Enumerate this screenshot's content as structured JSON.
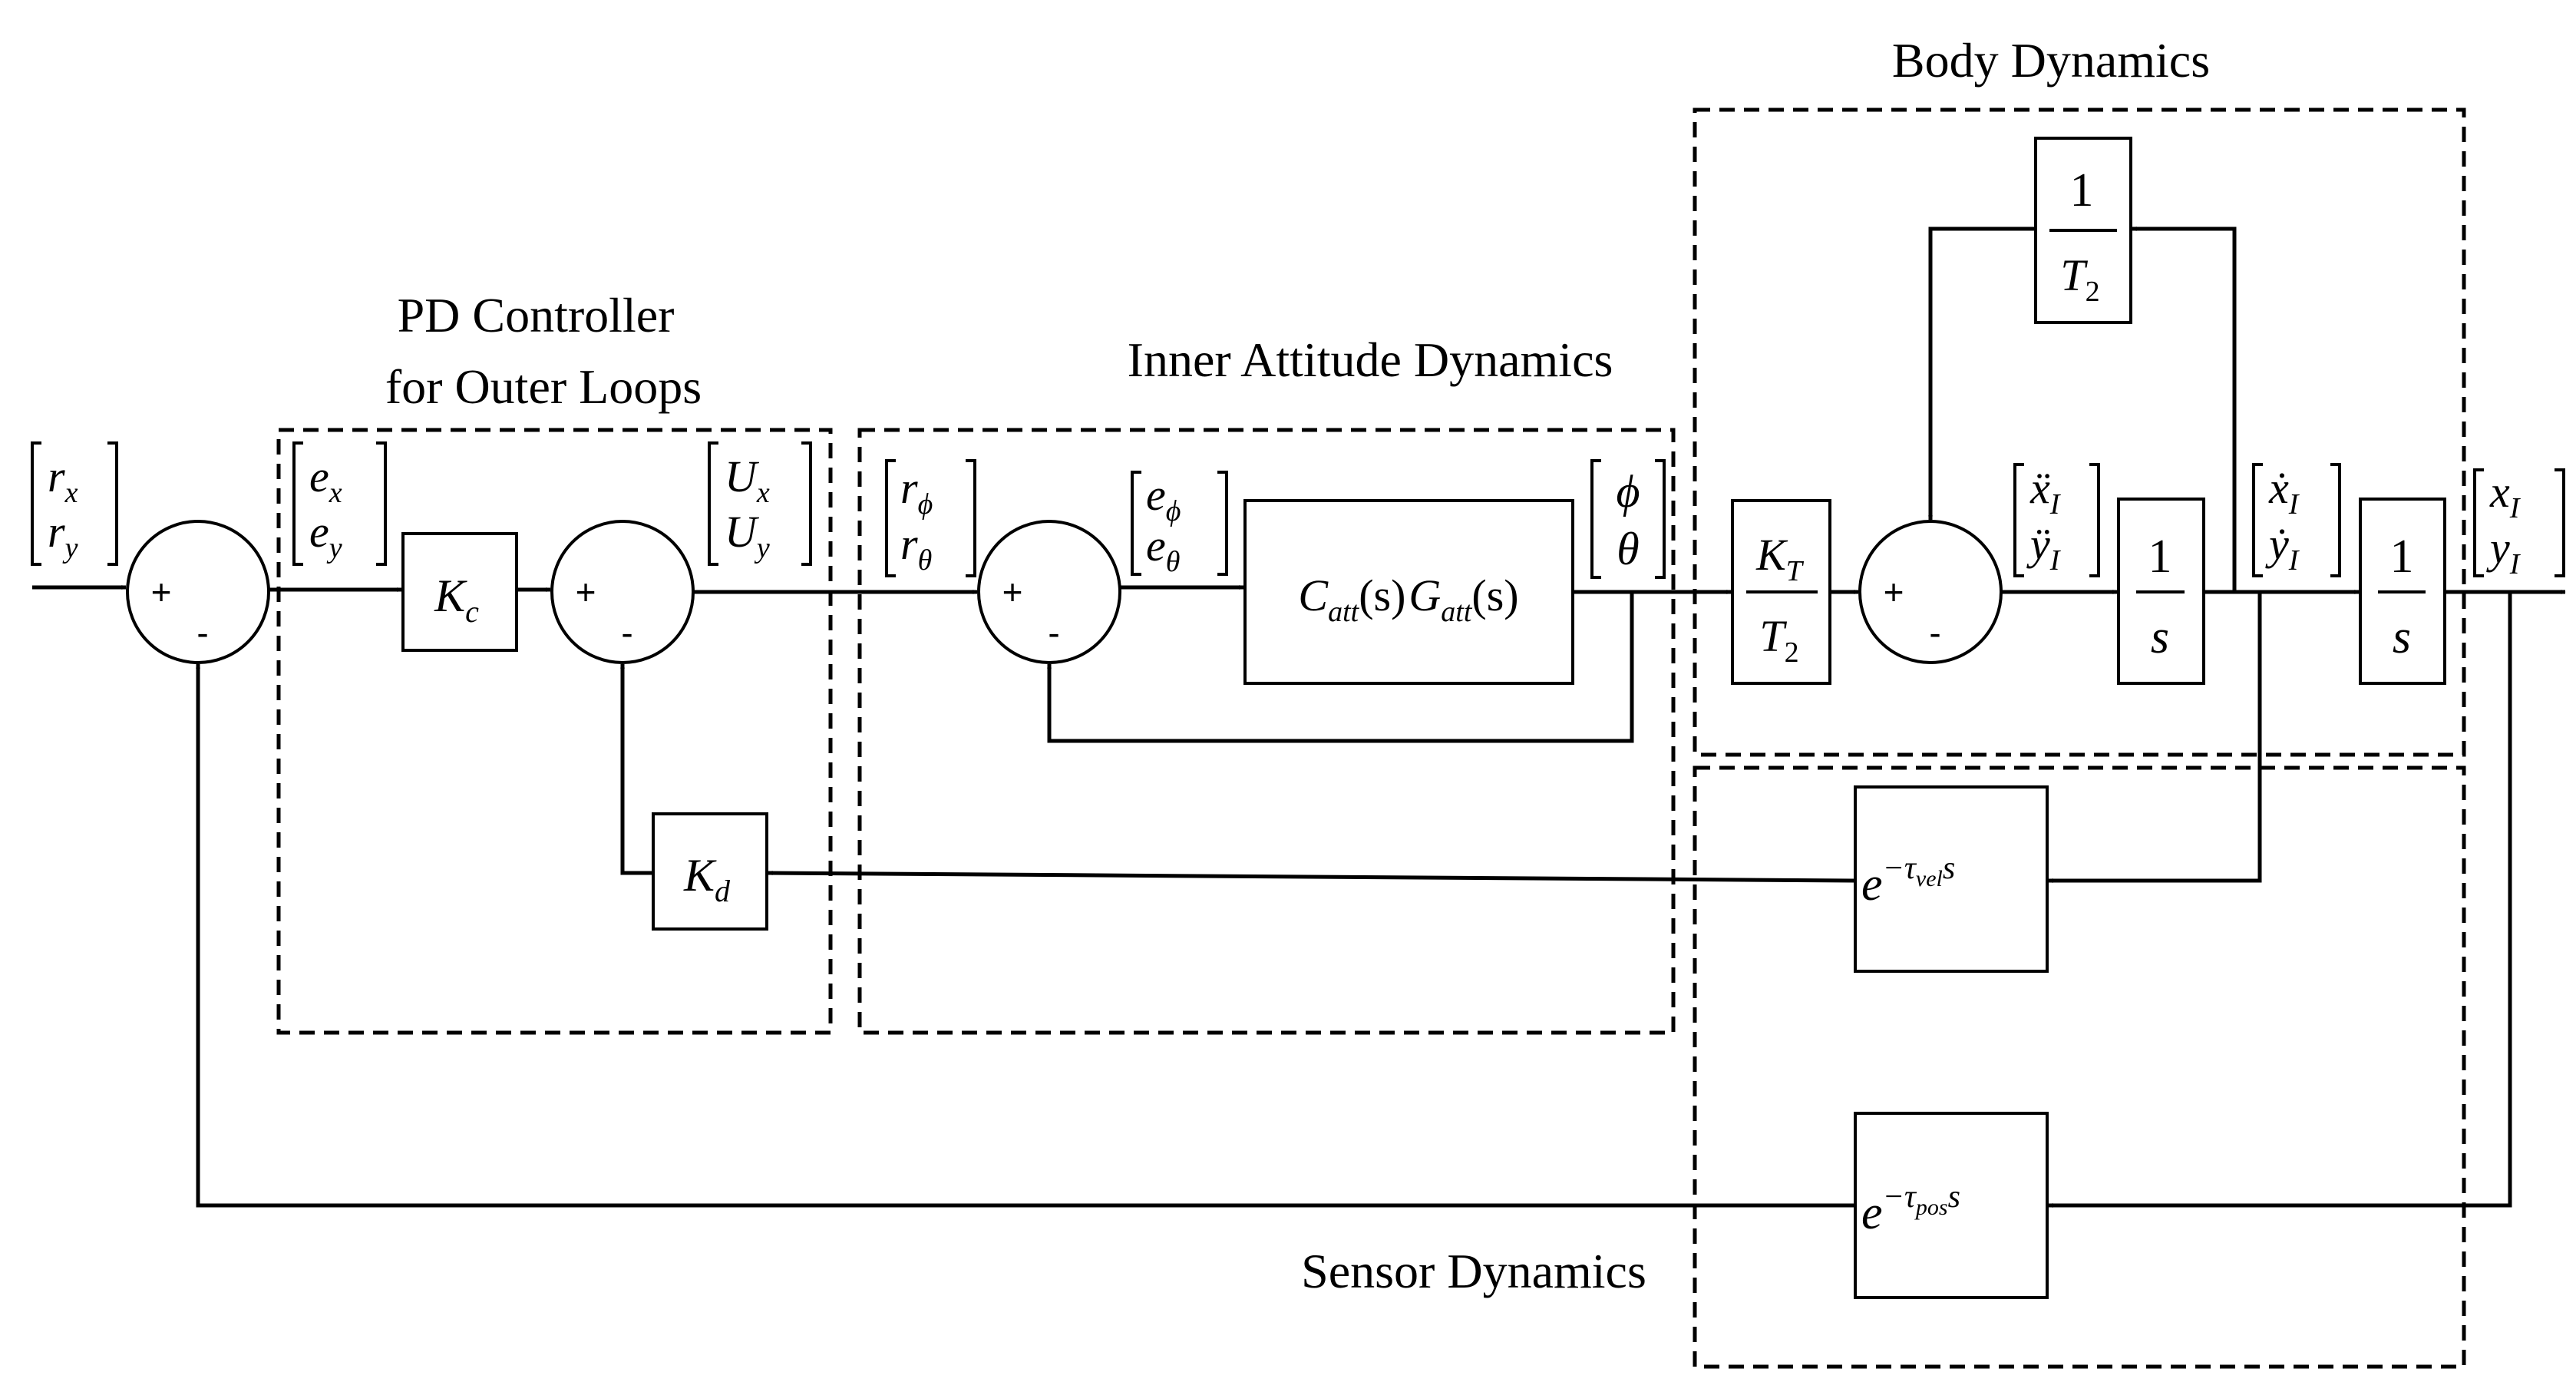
{
  "groups": {
    "pd_title_1": "PD Controller",
    "pd_title_2": "for Outer Loops",
    "inner_title": "Inner Attitude Dynamics",
    "body_title": "Body Dynamics",
    "sensor_title": "Sensor Dynamics"
  },
  "signals": {
    "r": [
      "r",
      "x",
      "r",
      "y"
    ],
    "e": [
      "e",
      "x",
      "e",
      "y"
    ],
    "U": [
      "U",
      "x",
      "U",
      "y"
    ],
    "rphi": [
      "r",
      "ϕ",
      "r",
      "θ"
    ],
    "ephi": [
      "e",
      "ϕ",
      "e",
      "θ"
    ],
    "att": [
      "ϕ",
      "θ"
    ],
    "acc": [
      "ẍ",
      "I",
      "ÿ",
      "I"
    ],
    "vel": [
      "ẋ",
      "I",
      "ẏ",
      "I"
    ],
    "pos": [
      "x",
      "I",
      "y",
      "I"
    ]
  },
  "blocks": {
    "Kc": [
      "K",
      "c"
    ],
    "Kd": [
      "K",
      "d"
    ],
    "att_ctrl": [
      "C",
      "att",
      "(s)",
      "G",
      "att",
      "(s)"
    ],
    "gain_KT": [
      "K",
      "T",
      "T",
      "2"
    ],
    "fb_T2": [
      "1",
      "T",
      "2"
    ],
    "int1": [
      "1",
      "s"
    ],
    "int2": [
      "1",
      "s"
    ],
    "delay_vel": [
      "e",
      "−τ",
      "vel",
      "s"
    ],
    "delay_pos": [
      "e",
      "−τ",
      "pos",
      "s"
    ]
  },
  "signs": {
    "plus": "+",
    "minus": "-"
  }
}
